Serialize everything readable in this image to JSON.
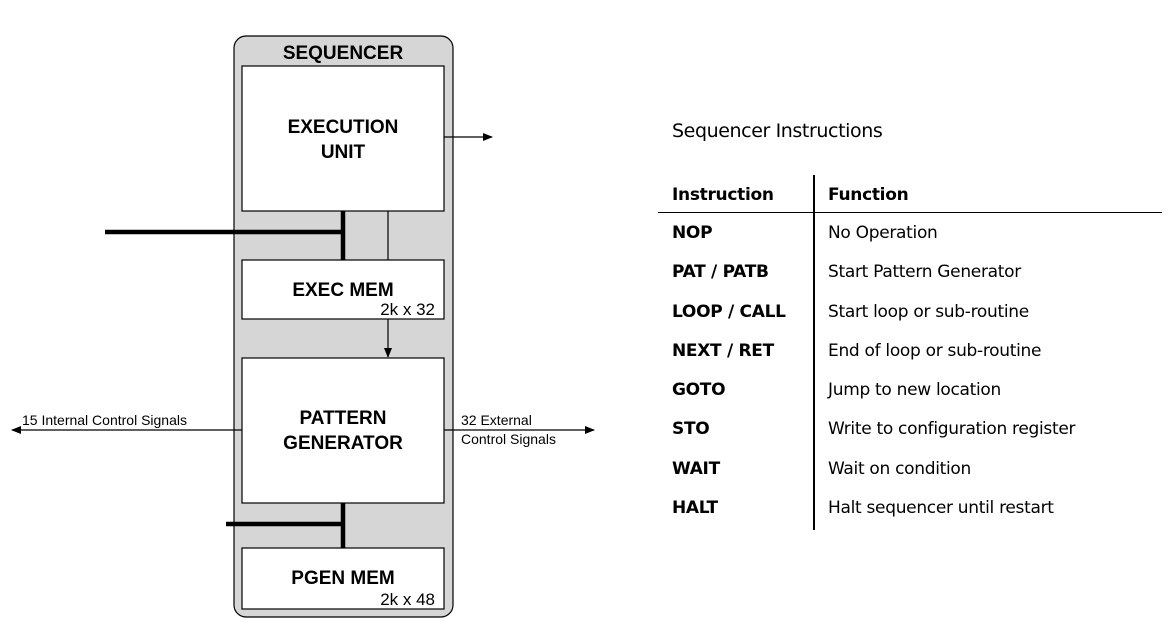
{
  "diagram": {
    "container_label": "SEQUENCER",
    "execution_unit": {
      "line1": "EXECUTION",
      "line2": "UNIT"
    },
    "exec_mem": {
      "title": "EXEC MEM",
      "size": "2k x 32"
    },
    "pattern_generator": {
      "line1": "PATTERN",
      "line2": "GENERATOR"
    },
    "pgen_mem": {
      "title": "PGEN MEM",
      "size": "2k x 48"
    },
    "internal_signals": "15 Internal Control Signals",
    "external_signals": {
      "line1": "32 External",
      "line2": "Control Signals"
    },
    "colors": {
      "container_fill": "#d6d6d6",
      "block_fill": "#ffffff",
      "stroke": "#000000"
    }
  },
  "table": {
    "title": "Sequencer Instructions",
    "headers": {
      "instruction": "Instruction",
      "function": "Function"
    },
    "rows": [
      {
        "instruction": "NOP",
        "function": "No Operation"
      },
      {
        "instruction": "PAT / PATB",
        "function": "Start Pattern Generator"
      },
      {
        "instruction": "LOOP / CALL",
        "function": "Start loop or sub-routine"
      },
      {
        "instruction": "NEXT / RET",
        "function": "End of loop or sub-routine"
      },
      {
        "instruction": "GOTO",
        "function": "Jump to new location"
      },
      {
        "instruction": "STO",
        "function": "Write to configuration register"
      },
      {
        "instruction": "WAIT",
        "function": "Wait on condition"
      },
      {
        "instruction": "HALT",
        "function": "Halt sequencer until restart"
      }
    ]
  }
}
